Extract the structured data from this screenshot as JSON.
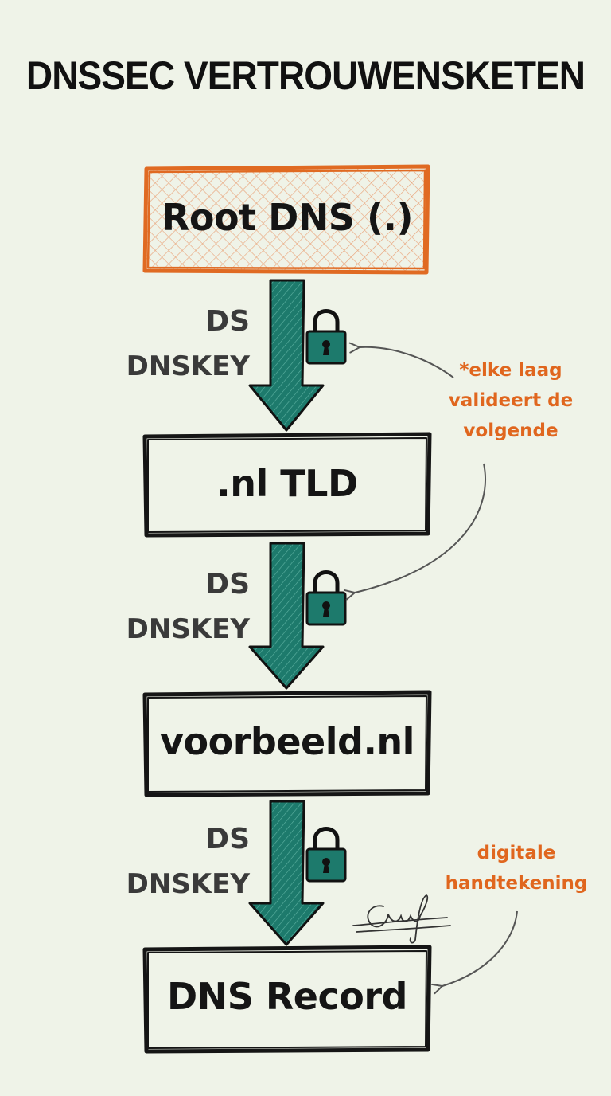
{
  "title": "DNSSEC VERTROUWENSKETEN",
  "nodes": [
    {
      "label": "Root DNS (.)",
      "highlighted": true
    },
    {
      "label": ".nl TLD",
      "highlighted": false
    },
    {
      "label": "voorbeeld.nl",
      "highlighted": false
    },
    {
      "label": "DNS Record",
      "highlighted": false
    }
  ],
  "edges": [
    {
      "line1": "DS",
      "line2": "DNSKEY",
      "icon": "padlock-icon"
    },
    {
      "line1": "DS",
      "line2": "DNSKEY",
      "icon": "padlock-icon"
    },
    {
      "line1": "DS",
      "line2": "DNSKEY",
      "icon": "padlock-icon"
    }
  ],
  "annotations": {
    "validation": [
      "*elke laag",
      "valideert de",
      "volgende"
    ],
    "signature": [
      "digitale",
      "handtekening"
    ]
  },
  "colors": {
    "background": "#eff3e8",
    "root_border": "#e06a22",
    "arrow_teal": "#1d7a6c",
    "annotation": "#e0661e",
    "ink": "#151515"
  }
}
